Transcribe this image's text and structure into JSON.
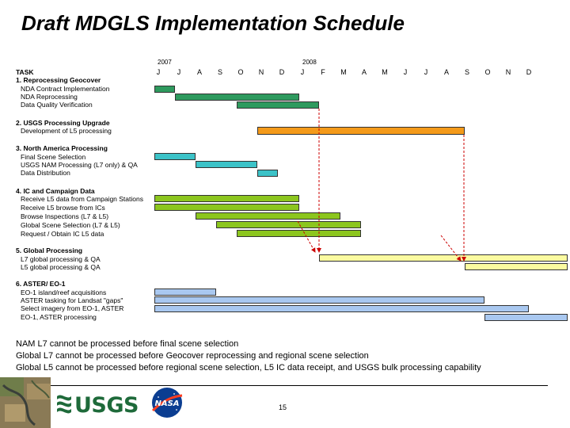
{
  "title": "Draft MDGLS Implementation Schedule",
  "years": [
    "2007",
    "2008"
  ],
  "months": [
    "J",
    "J",
    "A",
    "S",
    "O",
    "N",
    "D",
    "J",
    "F",
    "M",
    "A",
    "M",
    "J",
    "J",
    "A",
    "S",
    "O",
    "N",
    "D"
  ],
  "task_header": "TASK",
  "groups": [
    {
      "label": "1. Reprocessing Geocover",
      "items": [
        "NDA Contract Implementation",
        "NDA Reprocessing",
        "Data Quality Verification"
      ]
    },
    {
      "label": "2. USGS Processing Upgrade",
      "items": [
        "Development of L5 processing"
      ]
    },
    {
      "label": "3. North America Processing",
      "items": [
        "Final Scene Selection",
        "USGS NAM Processing (L7 only) & QA",
        "Data Distribution"
      ]
    },
    {
      "label": "4. IC and Campaign Data",
      "items": [
        "Receive L5 data from Campaign Stations",
        "Receive L5 browse from ICs",
        "Browse Inspections (L7 & L5)",
        "Global Scene Selection (L7 & L5)",
        "Request / Obtain IC L5 data"
      ]
    },
    {
      "label": "5. Global Processing",
      "items": [
        "L7 global processing & QA",
        "L5 global processing & QA"
      ]
    },
    {
      "label": "6. ASTER/ EO-1",
      "items": [
        "EO-1 island/reef acquisitions",
        "ASTER tasking for Landsat \"gaps\"",
        "Select imagery from EO-1, ASTER",
        "EO-1, ASTER processing"
      ]
    }
  ],
  "notes": [
    "NAM L7 cannot be processed before final scene selection",
    "Global L7 cannot be processed before Geocover reprocessing and regional scene selection",
    "Global L5 cannot be processed before regional scene selection, L5 IC data receipt, and USGS bulk processing capability"
  ],
  "footer": {
    "logo_text": "USGS",
    "nasa_text": "NASA",
    "page_number": "15"
  },
  "colors": {
    "green_dark": "#2e9a5e",
    "orange": "#f49a1a",
    "teal": "#3cc3c8",
    "lime": "#8cc61e",
    "yellow": "#fbfba0",
    "blue": "#a9c8f0",
    "arrow": "#cc0000"
  }
}
